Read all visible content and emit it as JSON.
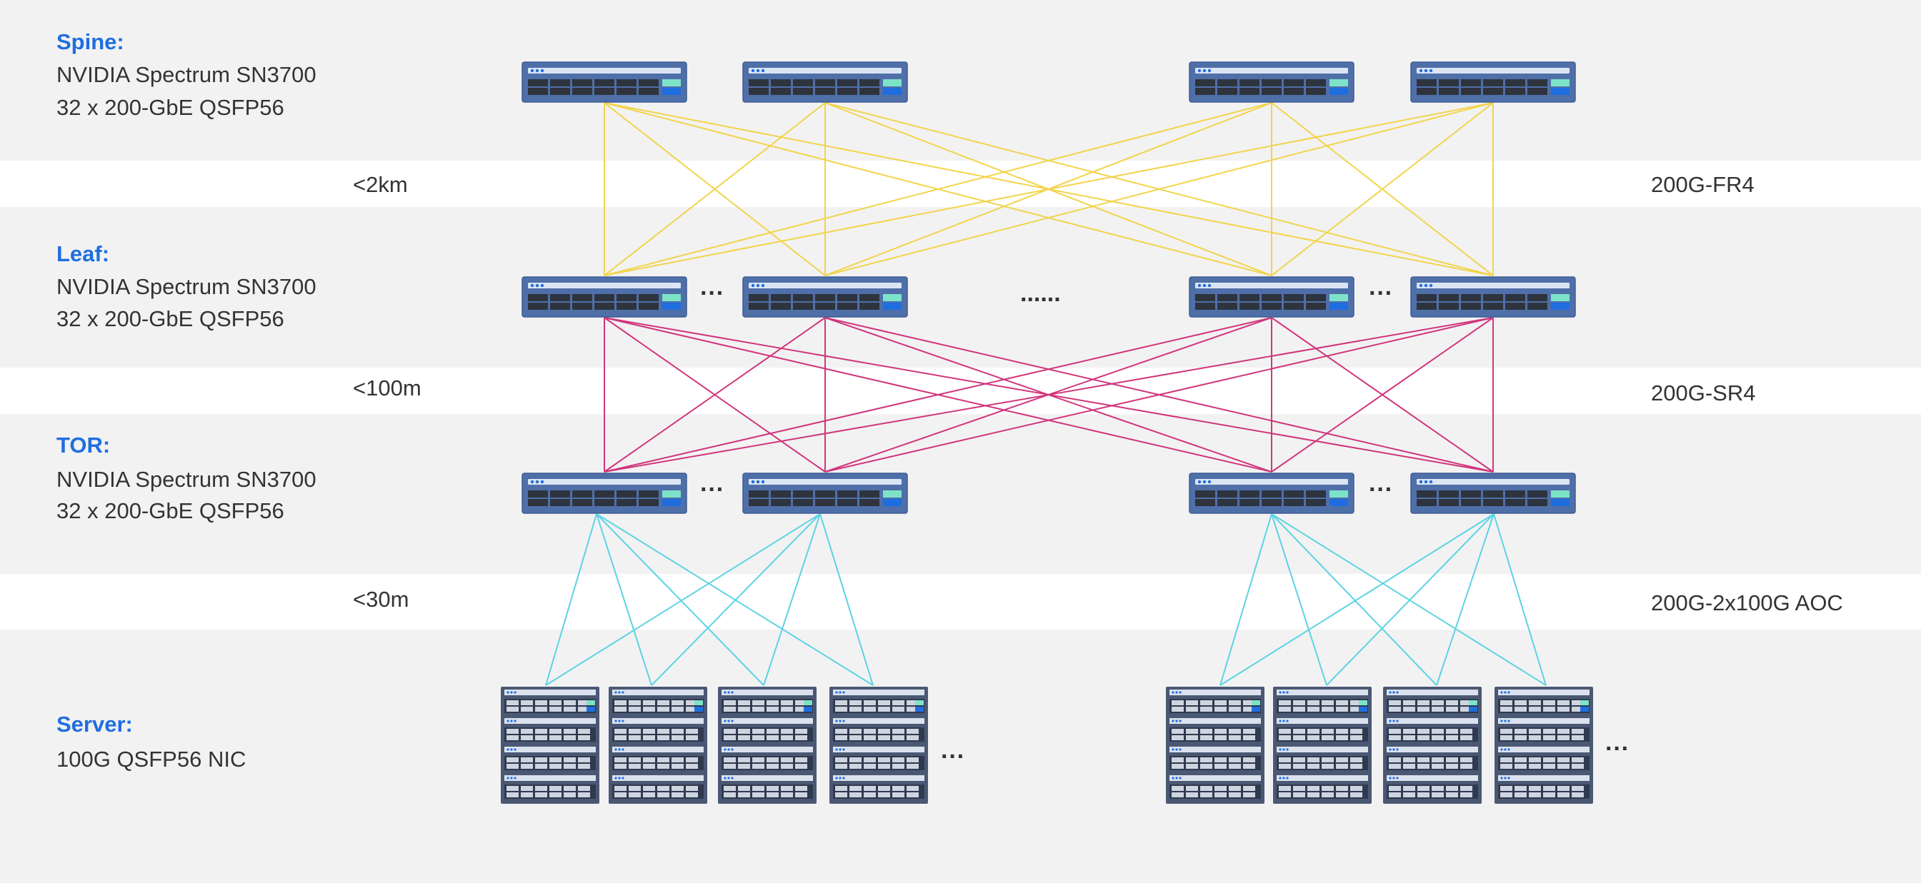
{
  "tiers": {
    "spine": {
      "title": "Spine:",
      "model": "NVIDIA Spectrum SN3700",
      "ports": "32 x 200-GbE QSFP56"
    },
    "leaf": {
      "title": "Leaf:",
      "model": "NVIDIA Spectrum SN3700",
      "ports": "32 x 200-GbE QSFP56"
    },
    "tor": {
      "title": "TOR:",
      "model": "NVIDIA Spectrum SN3700",
      "ports": "32 x 200-GbE QSFP56"
    },
    "server": {
      "title": "Server:",
      "nic": "100G QSFP56 NIC"
    }
  },
  "links": {
    "spine_leaf": {
      "distance": "<2km",
      "module": "200G-FR4"
    },
    "leaf_tor": {
      "distance": "<100m",
      "module": "200G-SR4"
    },
    "tor_server": {
      "distance": "<30m",
      "module": "200G-2x100G AOC"
    }
  },
  "ellipsis": {
    "short": "···",
    "long": "......"
  },
  "colors": {
    "band": "#f2f2f3",
    "tier_title": "#1f6ee0",
    "text": "#333333",
    "switch_body": "#4f6fa8",
    "server_body": "#4a5873",
    "link_spine_leaf": "#f2d44a",
    "link_leaf_tor": "#d1357c",
    "link_tor_server": "#5cd3e3"
  }
}
